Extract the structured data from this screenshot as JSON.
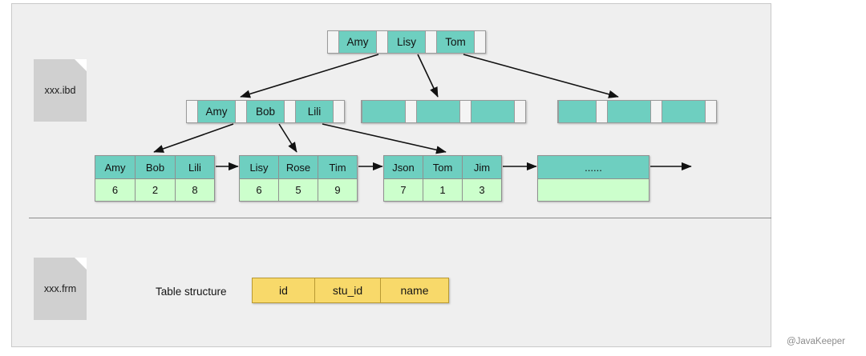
{
  "canvas": {
    "background": "#efefef",
    "border_color": "#c9c9c9",
    "divider": true
  },
  "colors": {
    "key_cell": "#6ecfc0",
    "value_cell": "#ccffcc",
    "table_cell": "#f8d96a",
    "file_icon": "#d0d0d0",
    "arrow": "#111111"
  },
  "files": {
    "data_file": {
      "label": "xxx.ibd",
      "icon": "file-icon"
    },
    "schema_file": {
      "label": "xxx.frm",
      "icon": "file-icon"
    }
  },
  "btree": {
    "root": {
      "keys": [
        "Amy",
        "Lisy",
        "Tom"
      ],
      "pointers": 4
    },
    "level2": [
      {
        "keys": [
          "Amy",
          "Bob",
          "Lili"
        ],
        "pointers": 4
      },
      {
        "keys": [
          "",
          "",
          ""
        ],
        "pointers": 4
      },
      {
        "keys": [
          "",
          "",
          ""
        ],
        "pointers": 4
      }
    ],
    "leaves": [
      {
        "names": [
          "Amy",
          "Bob",
          "Lili"
        ],
        "values": [
          "6",
          "2",
          "8"
        ]
      },
      {
        "names": [
          "Lisy",
          "Rose",
          "Tim"
        ],
        "values": [
          "6",
          "5",
          "9"
        ]
      },
      {
        "names": [
          "Json",
          "Tom",
          "Jim"
        ],
        "values": [
          "7",
          "1",
          "3"
        ]
      },
      {
        "names": [
          "......"
        ],
        "values": [
          ""
        ]
      }
    ]
  },
  "table_structure": {
    "label": "Table structure",
    "columns": [
      "id",
      "stu_id",
      "name"
    ]
  },
  "watermark": "@JavaKeeper"
}
